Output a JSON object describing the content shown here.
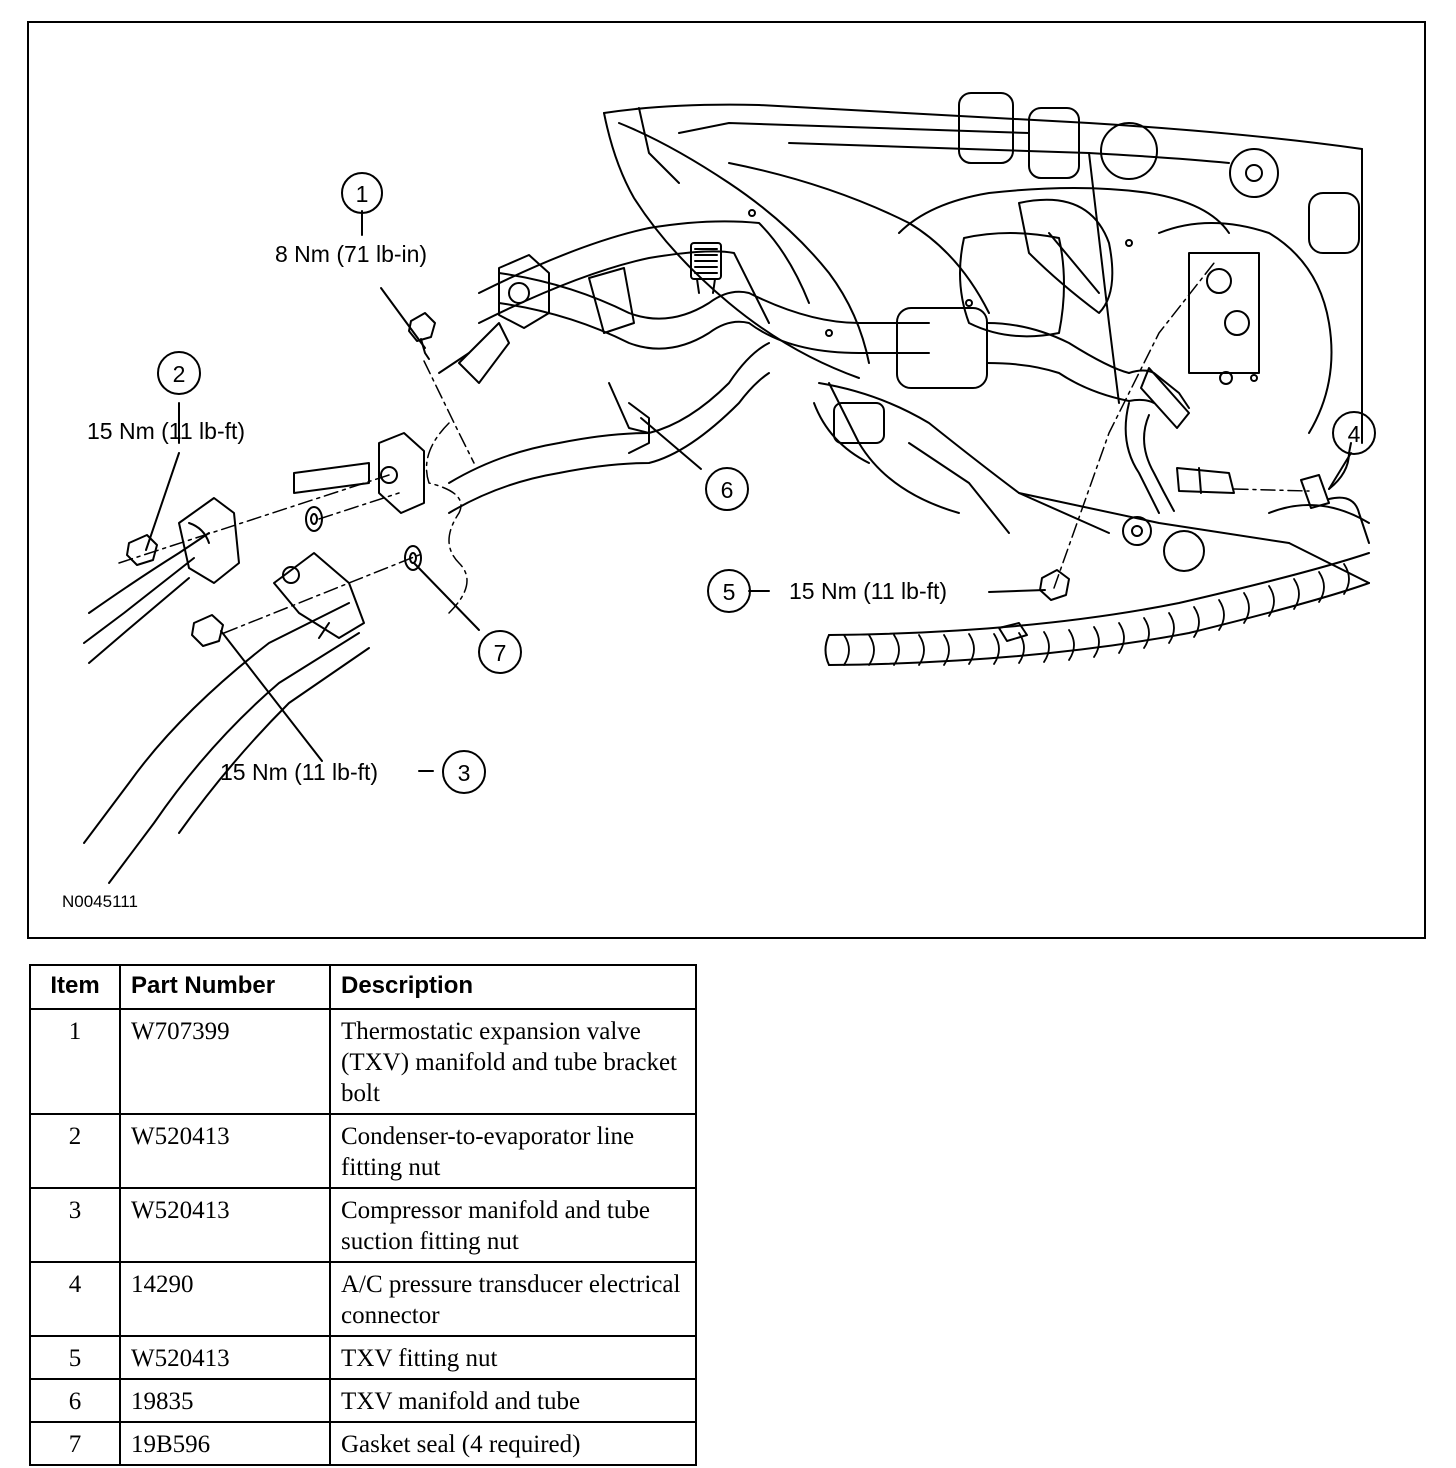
{
  "figure": {
    "id": "N0045111",
    "callouts": [
      {
        "num": "1",
        "torque": "8 Nm (71 lb-in)"
      },
      {
        "num": "2",
        "torque": "15 Nm (11 lb-ft)"
      },
      {
        "num": "3",
        "torque": "15 Nm (11 lb-ft)"
      },
      {
        "num": "4",
        "torque": ""
      },
      {
        "num": "5",
        "torque": "15 Nm (11 lb-ft)"
      },
      {
        "num": "6",
        "torque": ""
      },
      {
        "num": "7",
        "torque": ""
      }
    ]
  },
  "table": {
    "headers": {
      "item": "Item",
      "part_number": "Part Number",
      "description": "Description"
    },
    "rows": [
      {
        "item": "1",
        "part_number": "W707399",
        "description": "Thermostatic expansion valve (TXV) manifold and tube bracket bolt"
      },
      {
        "item": "2",
        "part_number": "W520413",
        "description": "Condenser-to-evaporator line fitting nut"
      },
      {
        "item": "3",
        "part_number": "W520413",
        "description": "Compressor manifold and tube suction fitting nut"
      },
      {
        "item": "4",
        "part_number": "14290",
        "description": "A/C pressure transducer electrical connector"
      },
      {
        "item": "5",
        "part_number": "W520413",
        "description": "TXV fitting nut"
      },
      {
        "item": "6",
        "part_number": "19835",
        "description": "TXV manifold and tube"
      },
      {
        "item": "7",
        "part_number": "19B596",
        "description": "Gasket seal (4 required)"
      }
    ]
  }
}
